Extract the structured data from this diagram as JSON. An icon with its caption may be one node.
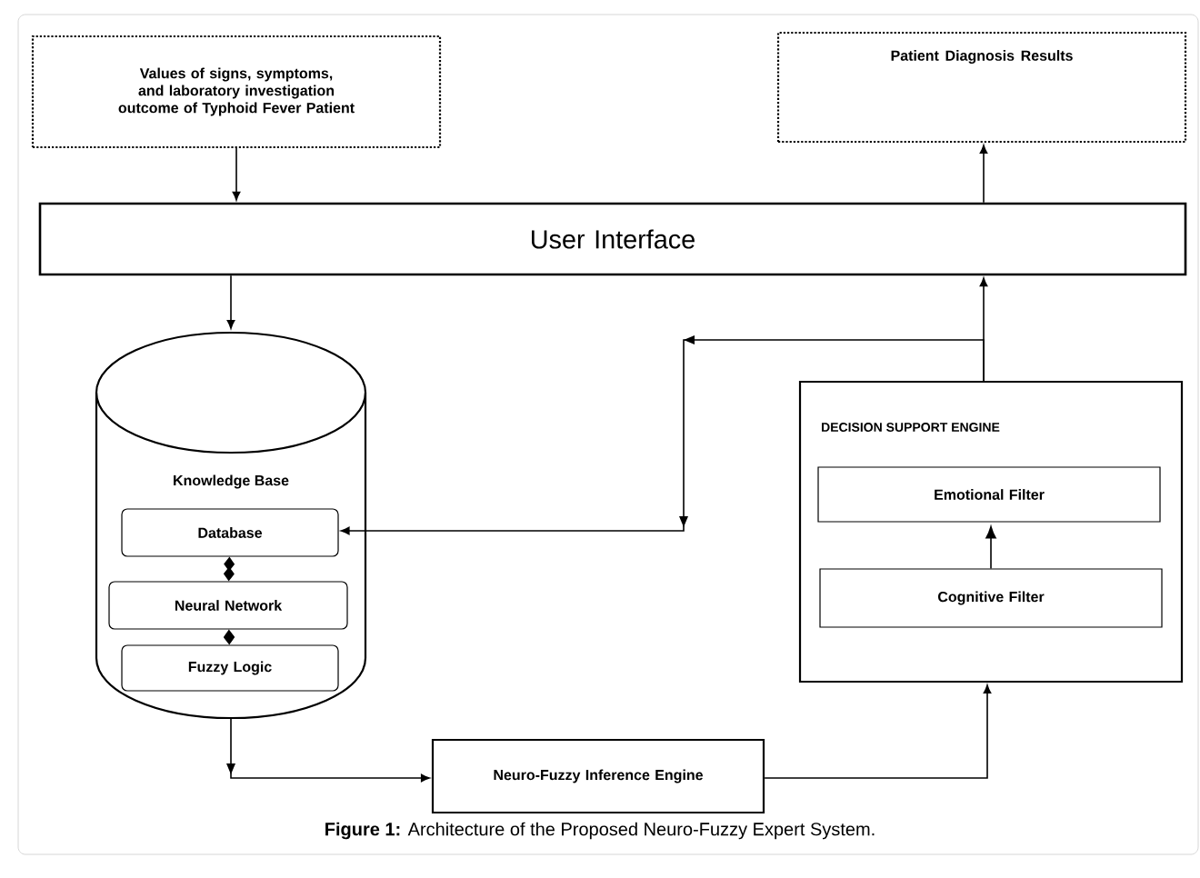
{
  "diagram": {
    "caption": "**Figure 1:** Architecture of the Proposed Neuro-Fuzzy Expert System.",
    "nodes": [
      {
        "text": [
          "Values of signs, symptoms, and laboratory investigation outcome of Typhoid Fever Patient"
        ]
      },
      {
        "text": [
          "Patient Diagnosis Results"
        ]
      },
      {
        "text": [
          "User Interface"
        ]
      },
      {
        "text": [
          "Knowledge Base"
        ]
      },
      {
        "text": [
          "Database"
        ],
        "in": 3
      },
      {
        "text": [
          "Neural Network"
        ],
        "in": 3
      },
      {
        "text": [
          "Fuzzy Logic"
        ],
        "in": 3
      },
      {
        "text": [
          "DECISION SUPPORT ENGINE"
        ]
      },
      {
        "text": [
          "Emotional Filter"
        ],
        "in": 7
      },
      {
        "text": [
          "Cognitive Filter"
        ],
        "in": 7
      },
      {
        "text": [
          "Neuro-Fuzzy Inference Engine"
        ]
      }
    ],
    "edges": [
      {
        "from": 0,
        "to": 2,
        "arrow": "to"
      },
      {
        "from": 2,
        "to": 1,
        "arrow": "to"
      },
      {
        "from": 2,
        "to": 3,
        "arrow": "to"
      },
      {
        "from": 7,
        "to": 2,
        "arrow": "to"
      },
      {
        "from": 7,
        "to": 4,
        "arrow": "to"
      },
      {
        "from": 4,
        "to": 5,
        "arrow": "other"
      },
      {
        "from": 5,
        "to": 6,
        "arrow": "other"
      },
      {
        "from": 9,
        "to": 8,
        "arrow": "to"
      },
      {
        "from": 3,
        "to": 10,
        "arrow": "to"
      },
      {
        "from": 10,
        "to": 7,
        "arrow": "to"
      }
    ]
  }
}
